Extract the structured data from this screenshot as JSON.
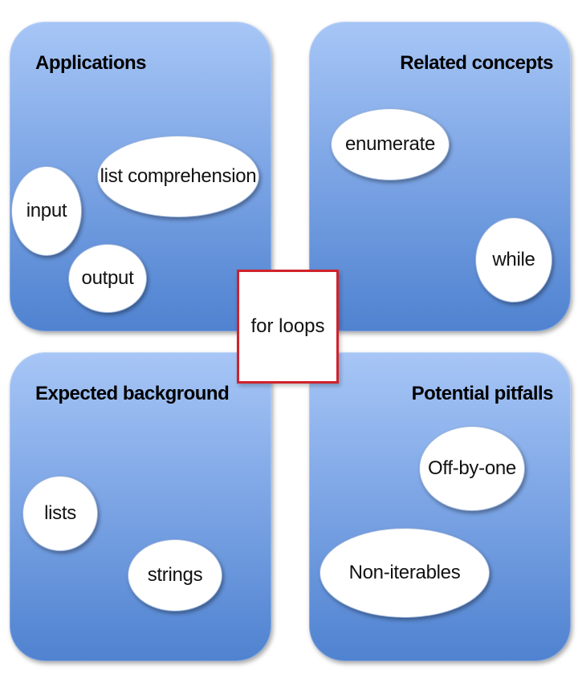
{
  "center": {
    "label": "for loops"
  },
  "quadrants": {
    "applications": {
      "title": "Applications",
      "items": {
        "input": "input",
        "list_comprehension": "list comprehension",
        "output": "output"
      }
    },
    "related_concepts": {
      "title": "Related concepts",
      "items": {
        "enumerate": "enumerate",
        "while": "while"
      }
    },
    "expected_background": {
      "title": "Expected background",
      "items": {
        "lists": "lists",
        "strings": "strings"
      }
    },
    "potential_pitfalls": {
      "title": "Potential pitfalls",
      "items": {
        "off_by_one": "Off-by-one",
        "non_iterables": "Non-iterables"
      }
    }
  },
  "colors": {
    "quadrant_light": "#a7c6f6",
    "quadrant_dark": "#4f82d0",
    "center_border": "#d1222b",
    "bubble_fill": "#ffffff"
  }
}
